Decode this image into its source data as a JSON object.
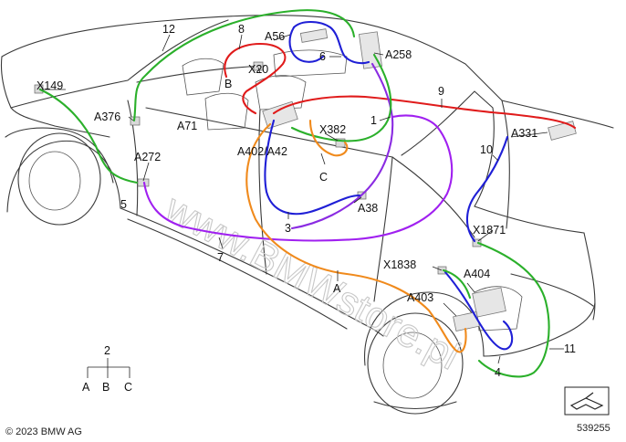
{
  "colors": {
    "harness_1": "#8a2be2",
    "harness_2": "#1f1fd6",
    "harness_3": "#1f1fd6",
    "harness_4": "#1f1fd6",
    "harness_5": "#2bb02b",
    "harness_6": "#1f1fd6",
    "harness_7": "#a020f0",
    "harness_8": "#e01b1b",
    "harness_9": "#e01b1b",
    "harness_10": "#1f1fd6",
    "harness_11": "#2bb02b",
    "harness_12": "#2bb02b",
    "harness_A": "#f08a1c"
  },
  "labels": {
    "x149": "X149",
    "a376": "A376",
    "a71": "A71",
    "a272": "A272",
    "num5": "5",
    "num12": "12",
    "num8": "8",
    "a56": "A56",
    "x20": "X20",
    "B": "B",
    "num6": "6",
    "a258": "A258",
    "num9": "9",
    "num1": "1",
    "x382": "X382",
    "a402": "A402/A42",
    "C": "C",
    "a38": "A38",
    "num3": "3",
    "a331": "A331",
    "num10": "10",
    "x1871": "X1871",
    "num7": "7",
    "x1838": "X1838",
    "a404": "A404",
    "A": "A",
    "a403": "A403",
    "num4": "4",
    "num11": "11"
  },
  "legend": {
    "top": "2",
    "a": "A",
    "b": "B",
    "c": "C"
  },
  "watermark": "www.BMWstore.pl",
  "footer": {
    "copyright": "© 2023 BMW AG",
    "diagram_number": "539255"
  }
}
